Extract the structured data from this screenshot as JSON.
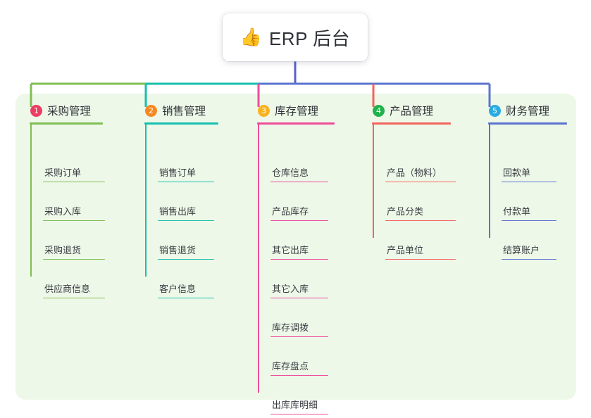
{
  "diagram": {
    "type": "org-tree",
    "root": {
      "icon": "thumbs-up-icon",
      "emoji": "👍",
      "label": "ERP 后台"
    },
    "panel_color": "#eef8e9",
    "stem_color": "#5a5fcf",
    "columns": [
      {
        "index": "1",
        "badge_color": "#ea3e63",
        "line_color": "#7fbf52",
        "title": "采购管理",
        "items": [
          "采购订单",
          "采购入库",
          "采购退货",
          "供应商信息"
        ]
      },
      {
        "index": "2",
        "badge_color": "#f6881f",
        "line_color": "#17bfae",
        "title": "销售管理",
        "items": [
          "销售订单",
          "销售出库",
          "销售退货",
          "客户信息"
        ]
      },
      {
        "index": "3",
        "badge_color": "#f7b321",
        "line_color": "#ee4d9b",
        "title": "库存管理",
        "items": [
          "仓库信息",
          "产品库存",
          "其它出库",
          "其它入库",
          "库存调拨",
          "库存盘点",
          "出库库明细"
        ]
      },
      {
        "index": "4",
        "badge_color": "#22b14c",
        "line_color": "#f4645f",
        "title": "产品管理",
        "items": [
          "产品（物料）",
          "产品分类",
          "产品单位"
        ]
      },
      {
        "index": "5",
        "badge_color": "#29abe2",
        "line_color": "#5a74cf",
        "title": "财务管理",
        "items": [
          "回款单",
          "付款单",
          "结算账户"
        ]
      }
    ]
  }
}
